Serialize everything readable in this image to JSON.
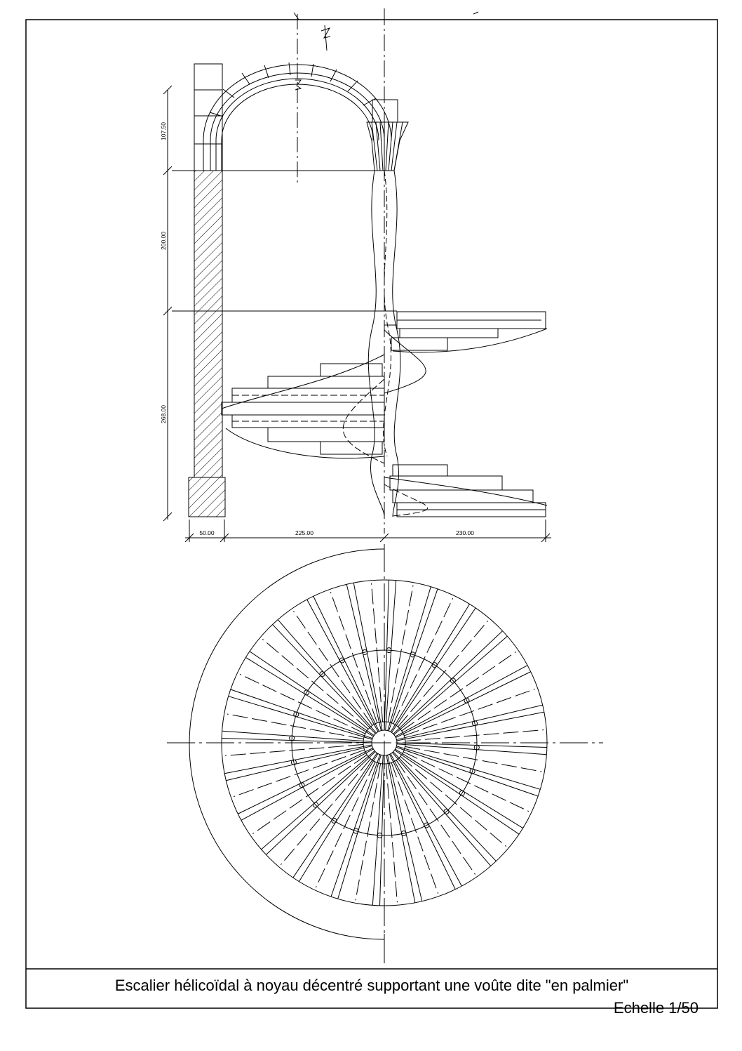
{
  "drawing": {
    "scale_label": "Echelle 1/50",
    "caption": "Escalier hélicoïdal à noyau décentré supportant une voûte dite \"en palmier\"",
    "dimensions": {
      "vertical": [
        "107.50",
        "200.00",
        "268.00"
      ],
      "horizontal": [
        "50.00",
        "225.00",
        "230.00"
      ]
    },
    "plan_step_count": 24,
    "line_color": "#000000",
    "hatch_color": "#000000"
  }
}
